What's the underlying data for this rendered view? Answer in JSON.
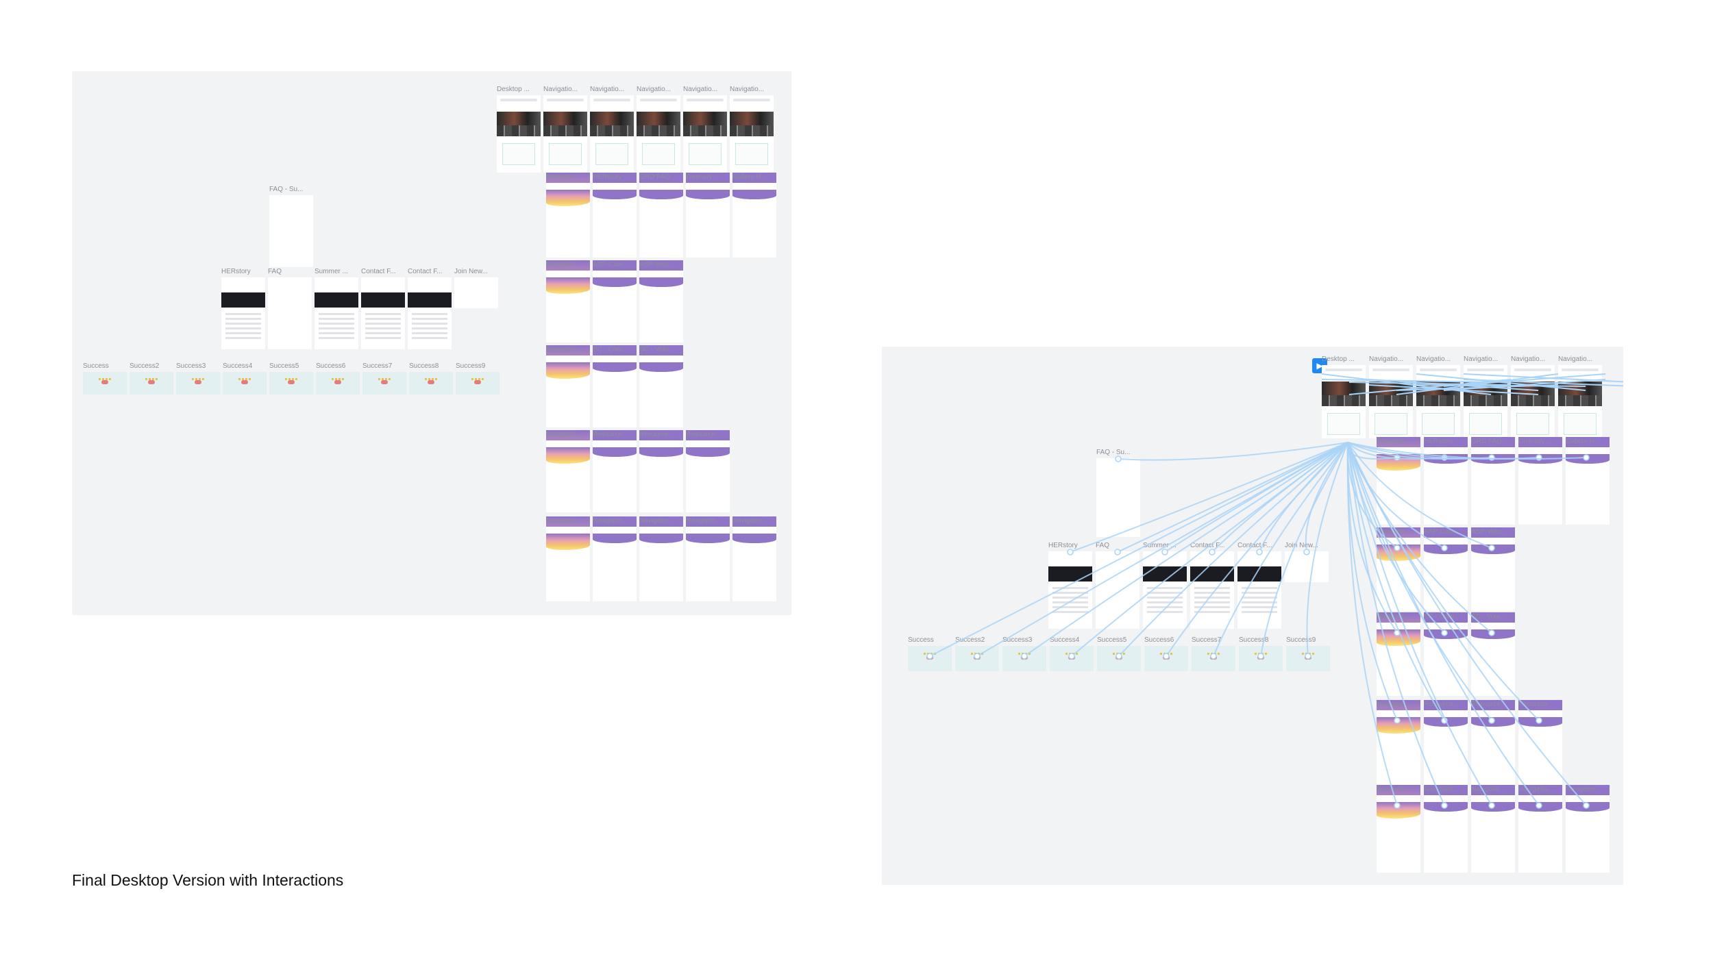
{
  "caption": "Final Desktop Version with Interactions",
  "colors": {
    "canvas": "#f2f3f5",
    "label": "#8d8f96",
    "link": "#a9d4f7",
    "play": "#1e88f5",
    "purple": "#8f74c7",
    "teal": "#48b6b8"
  },
  "icons": {
    "play": "play-icon"
  },
  "success_labels": [
    "Success",
    "Success2",
    "Success3",
    "Success4",
    "Success5",
    "Success6",
    "Success7",
    "Success8",
    "Success9"
  ],
  "page_labels": [
    "HERstory",
    "FAQ",
    "Summer ...",
    "Contact F...",
    "Contact F...",
    "Join New..."
  ],
  "faq_top_label": "FAQ - Su...",
  "grid_labels": {
    "row1": [
      "Desktop ...",
      "Navigatio...",
      "Navigatio...",
      "Navigatio...",
      "Navigatio...",
      "Navigatio..."
    ],
    "row2": [
      "Navigatio...",
      "HERstory ...",
      "GRD FAQ ...",
      "Diversity ...",
      "Gallery H..."
    ],
    "row3": [
      "Navigatio...",
      "ASP-Cam...",
      "ASP-Volu..."
    ],
    "row4": [
      "Navigatio...",
      "SC - Cam...",
      "SC - Volu..."
    ],
    "row5": [
      "Navigatio...",
      "Resource...",
      "Resource...",
      "Resource..."
    ],
    "row6": [
      "Navigatio...",
      "Navigatio...",
      "Navigatio...",
      "Navigatio...",
      "Navigatio..."
    ]
  },
  "right_labels": {
    "success": [
      "Success",
      "Success2",
      "Success3",
      "Success4",
      "Success5",
      "Success6",
      "Success7",
      "Success8",
      "Success9"
    ],
    "pages": [
      "HERstory",
      "FAQ",
      "Summer ...",
      "Contact F...",
      "Contact F...",
      "Join New..."
    ],
    "faq_top": "FAQ - Su...",
    "row1": [
      "Desktop ...",
      "Navigatio...",
      "Navigatio...",
      "Navigatio...",
      "Navigatio...",
      "Navigatio..."
    ],
    "row2": [
      "Navigatio...",
      "HERstory",
      "GRD FAQ ...",
      "Diversity ...",
      "Gallery H..."
    ],
    "row3": [
      "Navigatio...",
      "ASP-Cam...",
      "ASP-Volu..."
    ],
    "row4": [
      "Navigatio...",
      "SC - Cam...",
      "SC - Volu..."
    ],
    "row5": [
      "Navigatio...",
      "Resource...",
      "Resource...",
      "Resource..."
    ],
    "row6": [
      "Navigatio...",
      "Navigatio...",
      "Navigatio...",
      "Navigatio...",
      "Navigatio..."
    ]
  }
}
